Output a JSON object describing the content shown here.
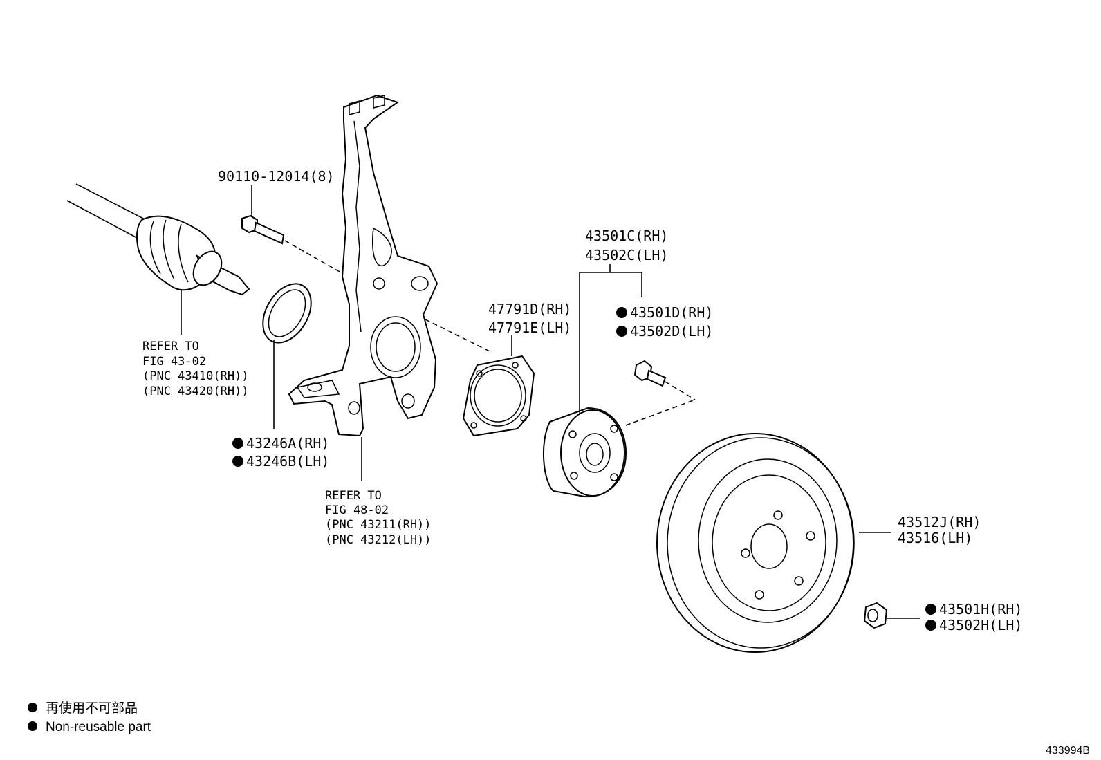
{
  "labels": {
    "bolt": "90110-12014(8)",
    "axle_refer_1": "REFER TO",
    "axle_refer_2": "FIG 43-02",
    "axle_pnc_1": "(PNC 43410(RH))",
    "axle_pnc_2": "(PNC 43420(RH))",
    "dust_seal_rh": "43246A(RH)",
    "dust_seal_lh": "43246B(LH)",
    "knuckle_refer_1": "REFER TO",
    "knuckle_refer_2": "FIG 48-02",
    "knuckle_pnc_1": "(PNC 43211(RH))",
    "knuckle_pnc_2": "(PNC 43212(LH))",
    "shield_rh": "47791D(RH)",
    "shield_lh": "47791E(LH)",
    "hub_rh": "43501C(RH)",
    "hub_lh": "43502C(LH)",
    "hub_bolt_rh": "43501D(RH)",
    "hub_bolt_lh": "43502D(LH)",
    "disc_rh": "43512J(RH)",
    "disc_lh": "43516(LH)",
    "nut_rh": "43501H(RH)",
    "nut_lh": "43502H(LH)"
  },
  "legend": {
    "japanese": "再使用不可部品",
    "english": "Non-reusable part"
  },
  "figure_id": "433994B"
}
